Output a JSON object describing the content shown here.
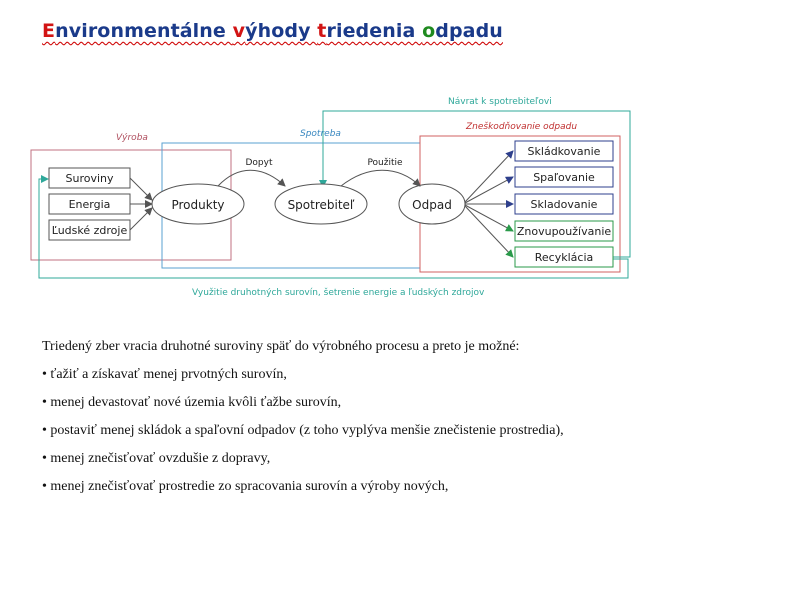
{
  "title": {
    "segments": [
      {
        "text": "E",
        "color": "red"
      },
      {
        "text": "nvironmentálne ",
        "color": "blue"
      },
      {
        "text": "v",
        "color": "red"
      },
      {
        "text": "ýhody ",
        "color": "blue"
      },
      {
        "text": "t",
        "color": "red"
      },
      {
        "text": "riedenia ",
        "color": "blue"
      },
      {
        "text": "o",
        "color": "green"
      },
      {
        "text": "dpadu",
        "color": "blue"
      }
    ]
  },
  "colors": {
    "red": "#d21414",
    "blue": "#1a3a8a",
    "green": "#1f8a1f",
    "teal_line": "#2fa89a",
    "production_frame": "#c07080",
    "consumption_frame": "#5aa0d0",
    "disposal_frame": "#d06060",
    "recycle_box": "#2a9a4a",
    "waste_box": "#2e3f8c"
  },
  "diagram": {
    "vyroba_label": "Výroba",
    "spotreba_label": "Spotreba",
    "zneskodnovanie_label": "Zneškodňovanie odpadu",
    "navrat_label": "Návrat k spotrebiteľovi",
    "vyuzitie_label": "Využitie druhotných surovín, šetrenie energie a ľudských zdrojov",
    "inputs": [
      "Suroviny",
      "Energia",
      "Ľudské zdroje"
    ],
    "produkty": "Produkty",
    "spotrebitel": "Spotrebiteľ",
    "odpad": "Odpad",
    "dopyt": "Dopyt",
    "pouzitie": "Použitie",
    "disposal_options": [
      "Skládkovanie",
      "Spaľovanie",
      "Skladovanie"
    ],
    "recovery_options": [
      "Znovupoužívanie",
      "Recyklácia"
    ]
  },
  "text": {
    "intro": "Triedený zber vracia druhotné suroviny späť do výrobného procesu a preto je možné:",
    "bullets": [
      "• ťažiť a získavať menej prvotných surovín,",
      "• menej devastovať nové územia kvôli ťažbe surovín,",
      "• postaviť menej skládok a spaľovní odpadov (z toho vyplýva menšie znečistenie prostredia),",
      "• menej znečisťovať ovzdušie z dopravy,",
      "• menej znečisťovať prostredie zo spracovania surovín a výroby nových,"
    ]
  }
}
